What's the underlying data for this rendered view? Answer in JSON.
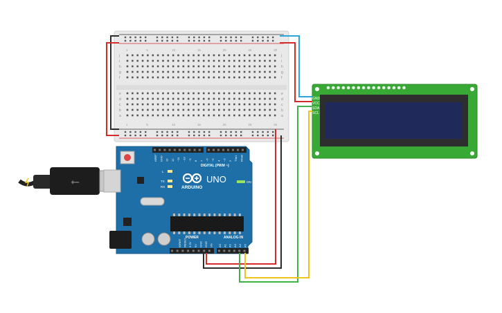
{
  "board": {
    "brand": "ARDUINO",
    "model": "UNO",
    "on_label": "ON",
    "l_label": "L",
    "tx_label": "TX",
    "rx_label": "RX",
    "digital_label": "DIGITAL (PWM ~)",
    "power_label": "POWER",
    "analog_label": "ANALOG IN",
    "top_pins": [
      "AREF",
      "GND",
      "13",
      "12",
      "~11",
      "~10",
      "~9",
      "8",
      "7",
      "~6",
      "~5",
      "4",
      "~3",
      "2",
      "TX▸1",
      "RX◂0"
    ],
    "power_pins": [
      "IOREF",
      "RESET",
      "3.3V",
      "5V",
      "GND",
      "GND",
      "Vin"
    ],
    "analog_pins": [
      "A0",
      "A1",
      "A2",
      "A3",
      "A4",
      "A5"
    ]
  },
  "breadboard": {
    "row_letters_top": [
      "j",
      "i",
      "h",
      "g",
      "f"
    ],
    "row_letters_bottom": [
      "e",
      "d",
      "c",
      "b",
      "a"
    ],
    "column_labels": [
      "1",
      "5",
      "10",
      "15",
      "20",
      "25",
      "30"
    ]
  },
  "lcd": {
    "pins": [
      "GND",
      "VCC",
      "SDA",
      "SCL"
    ]
  },
  "colors": {
    "board_blue": "#1e6fa7",
    "wire_red": "#d42a2a",
    "wire_black": "#2b2b2b",
    "wire_blue": "#2aa7d8",
    "wire_green": "#3db34a",
    "wire_yellow": "#f0c419",
    "lcd_pcb": "#39a935",
    "lcd_screen": "#1f2a5a"
  }
}
